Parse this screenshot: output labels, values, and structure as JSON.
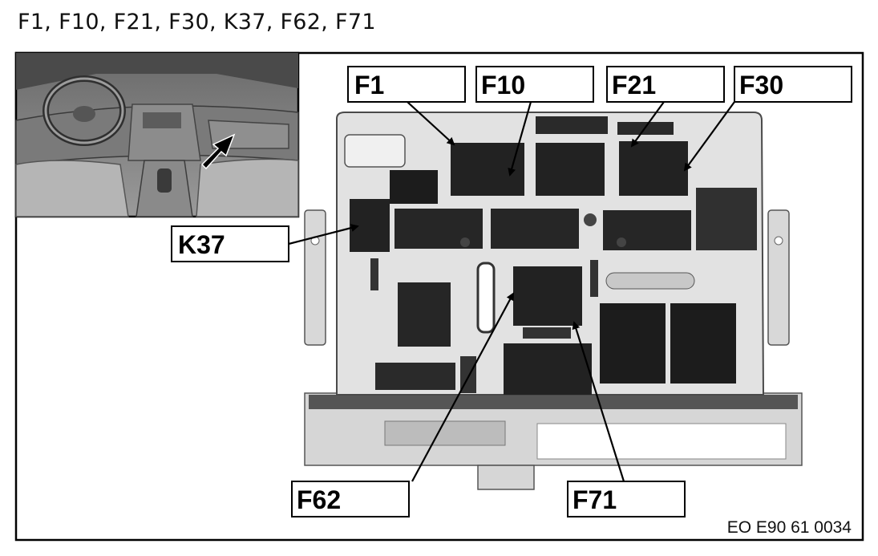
{
  "caption": "F1, F10, F21, F30, K37, F62, F71",
  "callouts": {
    "f1": "F1",
    "f10": "F10",
    "f21": "F21",
    "f30": "F30",
    "k37": "K37",
    "f62": "F62",
    "f71": "F71"
  },
  "reference_code": "EO E90 61 0034"
}
